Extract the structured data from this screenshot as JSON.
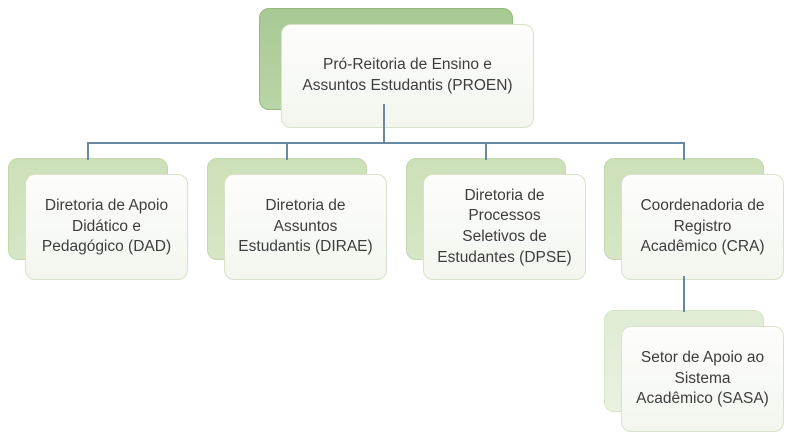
{
  "org_chart": {
    "type": "organization-chart",
    "nodes": {
      "proen": {
        "id": "proen",
        "level": 1,
        "abbr": "PROEN",
        "label": "Pró-Reitoria de Ensino e\nAssuntos Estudantis (PROEN)"
      },
      "dad": {
        "id": "dad",
        "level": 2,
        "abbr": "DAD",
        "label": "Diretoria de Apoio\nDidático e\nPedagógico (DAD)"
      },
      "dirae": {
        "id": "dirae",
        "level": 2,
        "abbr": "DIRAE",
        "label": "Diretoria de\nAssuntos\nEstudantis (DIRAE)"
      },
      "dpse": {
        "id": "dpse",
        "level": 2,
        "abbr": "DPSE",
        "label": "Diretoria de\nProcessos\nSeletivos de\nEstudantes (DPSE)"
      },
      "cra": {
        "id": "cra",
        "level": 2,
        "abbr": "CRA",
        "label": "Coordenadoria de\nRegistro\nAcadêmico (CRA)"
      },
      "sasa": {
        "id": "sasa",
        "level": 3,
        "abbr": "SASA",
        "label": "Setor de Apoio ao\nSistema\nAcadêmico (SASA)"
      }
    },
    "edges": [
      {
        "from": "proen",
        "to": "dad"
      },
      {
        "from": "proen",
        "to": "dirae"
      },
      {
        "from": "proen",
        "to": "dpse"
      },
      {
        "from": "proen",
        "to": "cra"
      },
      {
        "from": "cra",
        "to": "sasa"
      }
    ]
  },
  "colors": {
    "connector": "#6889a4",
    "level1_fill": "#a7c994",
    "level1_fill2": "#bad5a7",
    "level1_border": "#93ba7c",
    "level2_fill": "#cce0b8",
    "level2_fill2": "#d6e6c6",
    "level2_border": "#c3d8ac",
    "level3_fill": "#e0ecd4",
    "level3_fill2": "#e9f1e0",
    "level3_border": "#d8e6c8",
    "card_fill": "#fdfdfc",
    "card_fill2": "#f3f6ee",
    "card_border": "#d8e2ca",
    "text": "#3d3d3d"
  }
}
